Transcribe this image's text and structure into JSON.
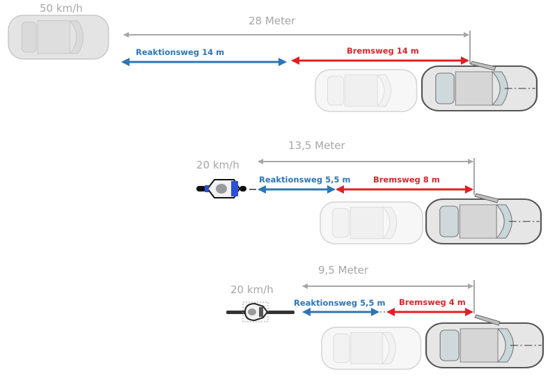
{
  "scenarios": [
    {
      "vehicle": "car",
      "speed": "50 km/h",
      "total": "28 Meter",
      "reaction": "Reaktionsweg 14 m",
      "braking": "Bremsweg 14 m"
    },
    {
      "vehicle": "motorcycle",
      "speed": "20 km/h",
      "total": "13,5 Meter",
      "reaction": "Reaktionsweg 5,5 m",
      "braking": "Bremsweg 8 m"
    },
    {
      "vehicle": "bicycle",
      "speed": "20 km/h",
      "total": "9,5 Meter",
      "reaction": "Reaktionsweg 5,5 m",
      "braking": "Bremsweg 4 m"
    }
  ],
  "colors": {
    "total_arrow": "#a6a6a6",
    "reaction_arrow": "#2e75b6",
    "braking_arrow": "#e31e24",
    "motorcycle_accent": "#2c4fd8"
  }
}
